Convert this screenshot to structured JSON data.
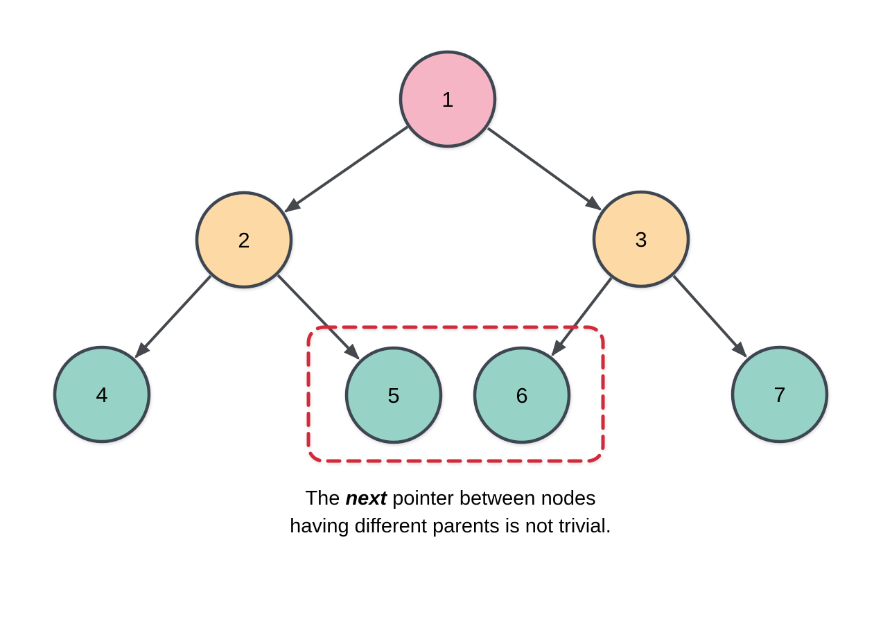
{
  "diagram": {
    "type": "binary-tree",
    "tree": {
      "nodes": [
        {
          "label": "1",
          "level": 1
        },
        {
          "label": "2",
          "level": 2
        },
        {
          "label": "3",
          "level": 2
        },
        {
          "label": "4",
          "level": 3
        },
        {
          "label": "5",
          "level": 3
        },
        {
          "label": "6",
          "level": 3
        },
        {
          "label": "7",
          "level": 3
        }
      ],
      "edges": [
        {
          "from": "1",
          "to": "2"
        },
        {
          "from": "1",
          "to": "3"
        },
        {
          "from": "2",
          "to": "4"
        },
        {
          "from": "2",
          "to": "5"
        },
        {
          "from": "3",
          "to": "6"
        },
        {
          "from": "3",
          "to": "7"
        }
      ],
      "highlighted_nodes": [
        "5",
        "6"
      ]
    },
    "caption": {
      "line1_prefix": "The ",
      "line1_emphasis": "next",
      "line1_suffix": " pointer between nodes",
      "line2": "having different parents is not trivial."
    },
    "colors": {
      "background": "#ffffff",
      "node_border": "#3d4651",
      "edge_stroke": "#45494e",
      "level1_fill": "#f5b5c5",
      "level2_fill": "#fdd9a5",
      "level3_fill": "#97d2c7",
      "highlight_border": "#d12b3b",
      "text": "#000000"
    }
  }
}
